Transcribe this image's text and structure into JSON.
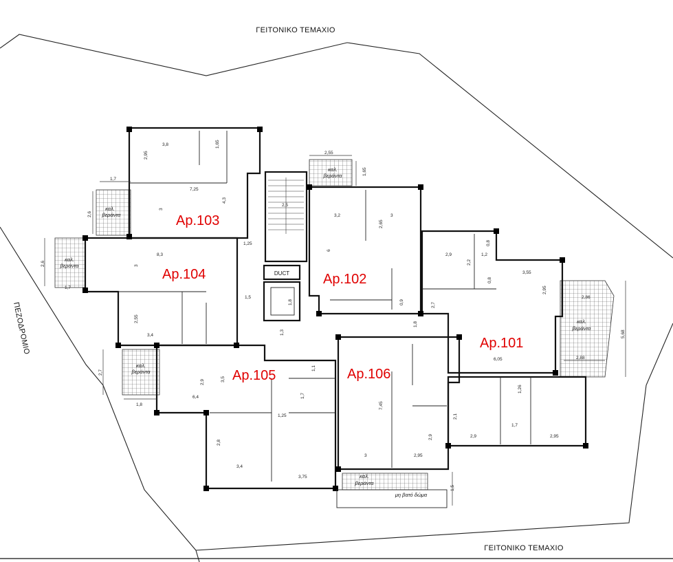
{
  "site": {
    "neighbor_top": "ΓΕΙΤΟΝΙΚΟ ΤΕΜΑΧΙΟ",
    "neighbor_bottom": "ΓΕΙΤΟΝΙΚΟ ΤΕΜΑΧΙΟ",
    "road": "ΠΕΖΟΔΡΟΜΙΟ"
  },
  "apartments": {
    "ap101": "Ap.101",
    "ap102": "Ap.102",
    "ap103": "Ap.103",
    "ap104": "Ap.104",
    "ap105": "Ap.105",
    "ap106": "Ap.106"
  },
  "core": {
    "duct": "DUCT"
  },
  "verandas": {
    "v1_a": "καλ.",
    "v1_b": "βεράντα",
    "v2_a": "καλ.",
    "v2_b": "βεράντα",
    "v3_a": "καλ.",
    "v3_b": "βεράντα",
    "v4_a": "καλ.",
    "v4_b": "βεράντα",
    "v5_a": "καλ.",
    "v5_b": "βεράντα",
    "v6_a": "καλ.",
    "v6_b": "βεράντα"
  },
  "notes": {
    "roof": "μη βατό δώμα"
  },
  "dimensions": {
    "d_3_8": "3,8",
    "d_2_95_a": "2,95",
    "d_1_65_a": "1,65",
    "d_7_25": "7,25",
    "d_4_3": "4,3",
    "d_1_7_a": "1,7",
    "d_2_6_a": "2,6",
    "d_3_a": "3",
    "d_1_25_a": "1,25",
    "d_2_5": "2,5",
    "d_2_55": "2,55",
    "d_1_65_b": "1,65",
    "d_3_2": "3,2",
    "d_3_b": "3",
    "d_2_65": "2,65",
    "d_6": "6",
    "d_8_3": "8,3",
    "d_3_c": "3",
    "d_2_6_b": "2,6",
    "d_1_7_b": "1,7",
    "d_1_5": "1,5",
    "d_1_8_a": "1,8",
    "d_2_55_b": "2,55",
    "d_3_4_a": "3,4",
    "d_3_55": "3,55",
    "d_2_9_a": "2,9",
    "d_2_2": "2,2",
    "d_1_2": "1,2",
    "d_0_8_a": "0,8",
    "d_0_8_b": "0,8",
    "d_2_95_b": "2,95",
    "d_2_86": "2,86",
    "d_5_68": "5,68",
    "d_2_88": "2,88",
    "d_6_05": "6,05",
    "d_2_7_a": "2,7",
    "d_0_9": "0,9",
    "d_1_8_b": "1,8",
    "d_1_3": "1,3",
    "d_2_7_b": "2,7",
    "d_1_8_c": "1,8",
    "d_2_9_b": "2,9",
    "d_3_5": "3,5",
    "d_6_4": "6,4",
    "d_1_1": "1,1",
    "d_1_7_c": "1,7",
    "d_1_25_b": "1,25",
    "d_2_8": "2,8",
    "d_3_4_b": "3,4",
    "d_3_75": "3,75",
    "d_7_45": "7,45",
    "d_3_d": "3",
    "d_2_95_c": "2,95",
    "d_2_9_c": "2,9",
    "d_1_26": "1,26",
    "d_2_1": "2,1",
    "d_1_7_d": "1,7",
    "d_2_9_d": "2,9",
    "d_2_95_d": "2,95",
    "d_1_5_b": "1,5"
  }
}
